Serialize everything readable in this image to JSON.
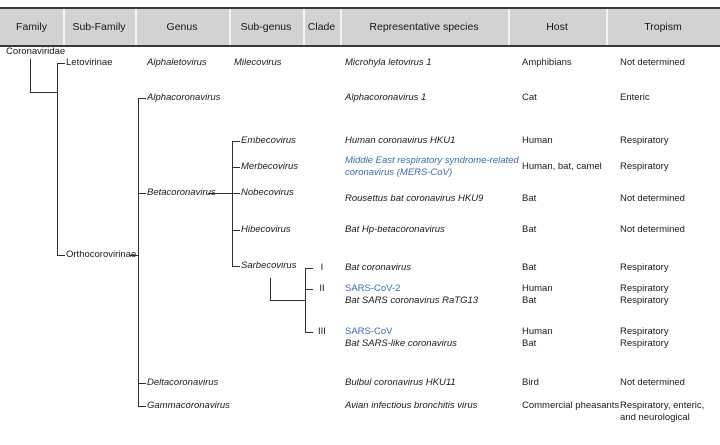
{
  "figure": {
    "title": "Coronaviridae taxonomy tree-table",
    "accent_blue": "#3d6cab",
    "header_bg": "#d2d2d2",
    "rule_color": "#3a3a3a",
    "line_color": "#2e2e2e"
  },
  "header": {
    "columns": [
      {
        "label": "Family"
      },
      {
        "label": "Sub-Family"
      },
      {
        "label": "Genus"
      },
      {
        "label": "Sub-genus"
      },
      {
        "label": "Clade"
      },
      {
        "label": "Representative species"
      },
      {
        "label": "Host"
      },
      {
        "label": "Tropism"
      }
    ]
  },
  "family": {
    "name": "Coronaviridae"
  },
  "subfamilies": [
    {
      "name": "Letovirinae"
    },
    {
      "name": "Orthocorovirinae"
    }
  ],
  "genera": [
    {
      "name": "Alphaletovirus"
    },
    {
      "name": "Alphacoronavirus"
    },
    {
      "name": "Betacoronavirus"
    },
    {
      "name": "Deltacoronavirus"
    },
    {
      "name": "Gammacoronavirus"
    }
  ],
  "subgenera": [
    {
      "name": "Milecovirus"
    },
    {
      "name": "Embecovirus"
    },
    {
      "name": "Merbecovirus"
    },
    {
      "name": "Nobecovirus"
    },
    {
      "name": "Hibecovirus"
    },
    {
      "name": "Sarbecovirus"
    }
  ],
  "clades": [
    {
      "label": "I"
    },
    {
      "label": "II"
    },
    {
      "label": "III"
    }
  ],
  "rows": [
    {
      "species": "Microhyla letovirus 1",
      "species_highlight": false,
      "host": "Amphibians",
      "tropism": "Not determined"
    },
    {
      "species": "Alphacoronavirus 1",
      "species_highlight": false,
      "host": "Cat",
      "tropism": "Enteric"
    },
    {
      "species": "Human coronavirus HKU1",
      "species_highlight": false,
      "host": "Human",
      "tropism": "Respiratory"
    },
    {
      "species": "Middle East respiratory syndrome-related\ncoronavirus (MERS-CoV)",
      "species_highlight": true,
      "host": "Human, bat, camel",
      "tropism": "Respiratory"
    },
    {
      "species": "Rousettus bat coronavirus HKU9",
      "species_highlight": false,
      "host": "Bat",
      "tropism": "Not determined"
    },
    {
      "species": "Bat Hp-betacoronavirus",
      "species_highlight": false,
      "host": "Bat",
      "tropism": "Not determined"
    },
    {
      "species": "Bat coronavirus",
      "species_highlight": false,
      "host": "Bat",
      "tropism": "Respiratory"
    },
    {
      "species": "SARS-CoV-2",
      "species_highlight": true,
      "host": "Human",
      "tropism": "Respiratory"
    },
    {
      "species": "Bat SARS coronavirus RaTG13",
      "species_highlight": false,
      "host": "Bat",
      "tropism": "Respiratory"
    },
    {
      "species": "SARS-CoV",
      "species_highlight": true,
      "host": "Human",
      "tropism": "Respiratory"
    },
    {
      "species": "Bat SARS-like coronavirus",
      "species_highlight": false,
      "host": "Bat",
      "tropism": "Respiratory"
    },
    {
      "species": "Bulbul coronavirus HKU11",
      "species_highlight": false,
      "host": "Bird",
      "tropism": "Not determined"
    },
    {
      "species": "Avian infectious bronchitis virus",
      "species_highlight": false,
      "host": "Commercial pheasants",
      "tropism": "Respiratory, enteric,\nand neurological"
    }
  ]
}
